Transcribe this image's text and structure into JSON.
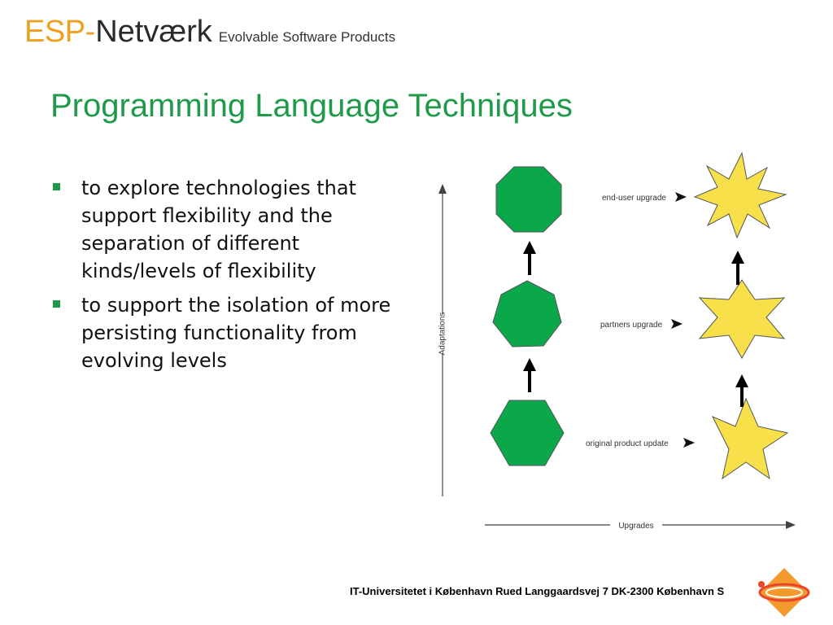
{
  "header": {
    "logo_esp": "ESP",
    "logo_dash": "-",
    "logo_net": "Netværk",
    "logo_tagline": "Evolvable Software Products"
  },
  "slide": {
    "title": "Programming Language Techniques",
    "bullets": [
      "to explore technologies that support flexibility and the separation of different kinds/levels of flexibility",
      "to support the isolation of more persisting functionality from evolving levels"
    ]
  },
  "diagram": {
    "y_axis_label": "Adaptations",
    "x_axis_label": "Upgrades",
    "stages": [
      {
        "label": "end-user upgrade"
      },
      {
        "label": "partners upgrade"
      },
      {
        "label": "original product update"
      }
    ],
    "colors": {
      "shape_fill": "#0aa84a",
      "star_fill": "#f7e04a",
      "axis": "#444444"
    }
  },
  "footer": {
    "address": "IT-Universitetet i København Rued Langgaardsvej 7 DK-2300 København S"
  }
}
